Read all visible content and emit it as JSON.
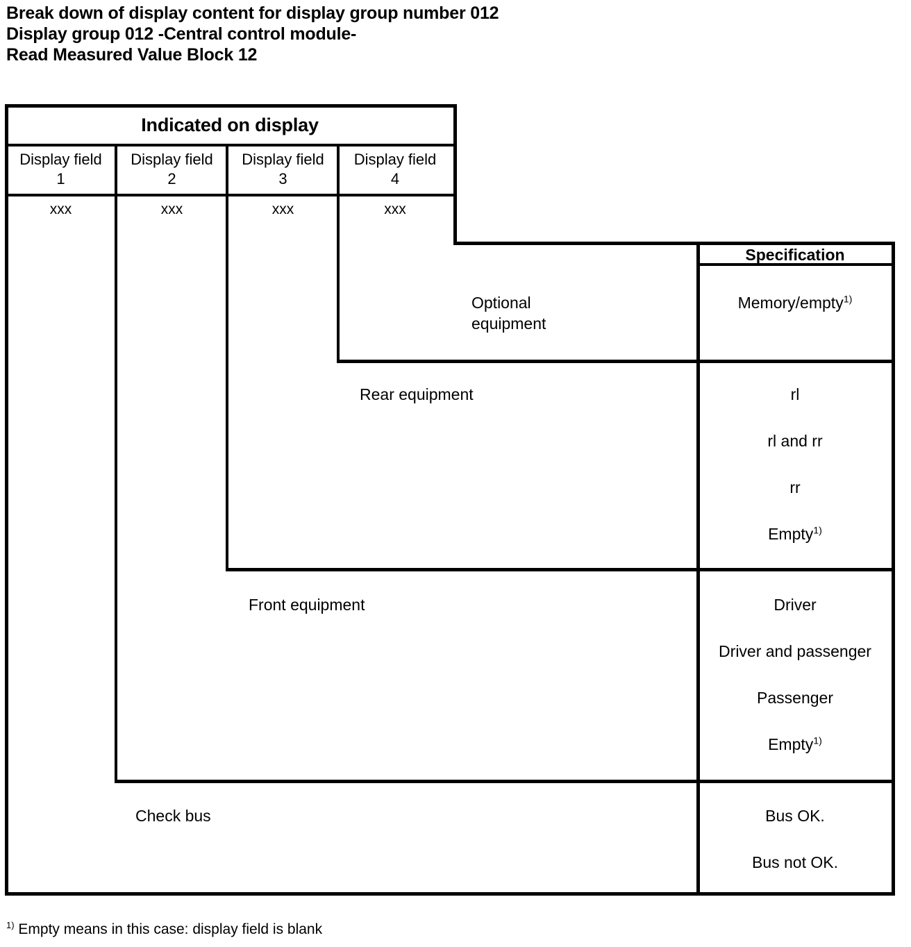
{
  "document": {
    "title_lines": [
      "Break down of display content for display group number 012",
      "Display group 012 -Central control module-",
      "Read Measured Value  Block 12"
    ],
    "footnote_marker": "1)",
    "footnote_text": "Empty means in this case: display field is blank"
  },
  "table": {
    "display_header": "Indicated on display",
    "spec_header": "Specification",
    "display_fields": [
      {
        "label": "Display field",
        "number": "1",
        "value": "xxx"
      },
      {
        "label": "Display field",
        "number": "2",
        "value": "xxx"
      },
      {
        "label": "Display field",
        "number": "3",
        "value": "xxx"
      },
      {
        "label": "Display field",
        "number": "4",
        "value": "xxx"
      }
    ],
    "rows": [
      {
        "name": "optional-equipment",
        "description_line1": "Optional",
        "description_line2": "equipment",
        "specifications": [
          {
            "text": "Memory/empty",
            "footnote": "1)"
          }
        ]
      },
      {
        "name": "rear-equipment",
        "description_line1": "Rear equipment",
        "description_line2": "",
        "specifications": [
          {
            "text": "rl",
            "footnote": ""
          },
          {
            "text": "rl and rr",
            "footnote": ""
          },
          {
            "text": "rr",
            "footnote": ""
          },
          {
            "text": "Empty",
            "footnote": "1)"
          }
        ]
      },
      {
        "name": "front-equipment",
        "description_line1": "Front equipment",
        "description_line2": "",
        "specifications": [
          {
            "text": "Driver",
            "footnote": ""
          },
          {
            "text": "Driver and passenger",
            "footnote": ""
          },
          {
            "text": "Passenger",
            "footnote": ""
          },
          {
            "text": "Empty",
            "footnote": "1)"
          }
        ]
      },
      {
        "name": "check-bus",
        "description_line1": "Check bus",
        "description_line2": "",
        "specifications": [
          {
            "text": "Bus OK.",
            "footnote": ""
          },
          {
            "text": "Bus not OK.",
            "footnote": ""
          }
        ]
      }
    ]
  }
}
